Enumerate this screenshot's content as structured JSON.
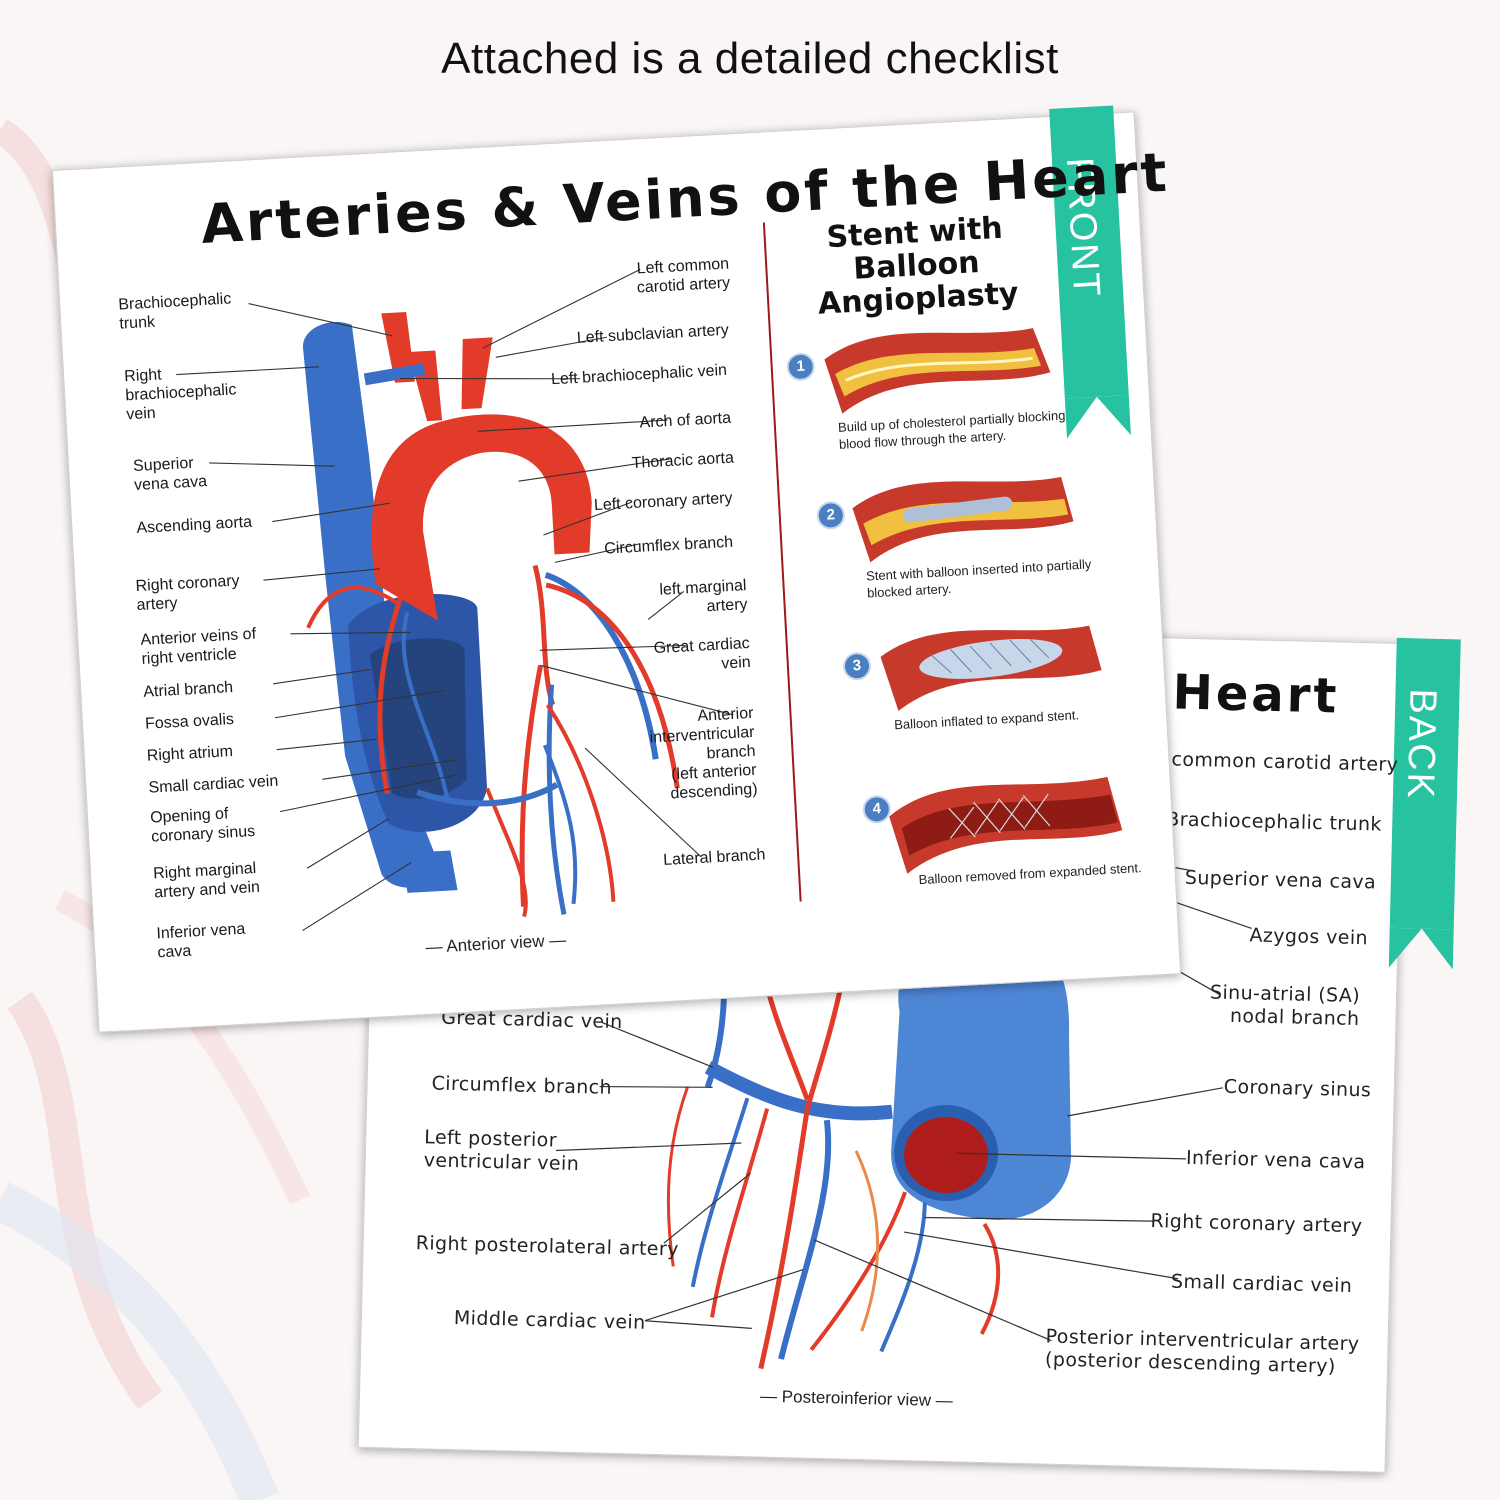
{
  "headline": "Attached is a detailed checklist",
  "back_card": {
    "ribbon": "BACK",
    "title_fragment": "e Heart",
    "view_caption": "— Posteroinferior view —",
    "labels": {
      "left_common_carotid": "Left common carotid artery",
      "brachiocephalic_trunk": "Brachiocephalic trunk",
      "superior_vena_cava": "Superior vena cava",
      "azygos_vein": "Azygos vein",
      "sa_nodal": "Sinu-atrial (SA)\nnodal branch",
      "coronary_sinus": "Coronary sinus",
      "inferior_vena_cava": "Inferior vena cava",
      "right_coronary": "Right coronary artery",
      "small_cardiac": "Small cardiac vein",
      "posterior_interventricular": "Posterior interventricular artery\n(posterior descending artery)",
      "great_cardiac": "Great cardiac vein",
      "circumflex": "Circumflex branch",
      "left_posterior_ventricular": "Left posterior\nventricular vein",
      "right_posterolateral": "Right posterolateral artery",
      "middle_cardiac": "Middle cardiac vein"
    }
  },
  "front_card": {
    "ribbon": "FRONT",
    "title": "Arteries & Veins of the Heart",
    "view_caption": "— Anterior view —",
    "labels": {
      "brachiocephalic_trunk": "Brachiocephalic\ntrunk",
      "right_brachiocephalic_vein": "Right\nbrachiocephalic\nvein",
      "superior_vena_cava": "Superior\nvena cava",
      "ascending_aorta": "Ascending aorta",
      "right_coronary": "Right coronary\nartery",
      "anterior_veins": "Anterior veins of\nright ventricle",
      "atrial_branch": "Atrial branch",
      "fossa_ovalis": "Fossa ovalis",
      "right_atrium": "Right atrium",
      "small_cardiac": "Small cardiac vein",
      "opening_coronary_sinus": "Opening of\ncoronary sinus",
      "right_marginal": "Right marginal\nartery and vein",
      "inferior_vena_cava": "Inferior vena\ncava",
      "left_common_carotid": "Left common\ncarotid artery",
      "left_subclavian": "Left subclavian artery",
      "left_brachiocephalic_vein": "Left brachiocephalic vein",
      "arch_of_aorta": "Arch of aorta",
      "thoracic_aorta": "Thoracic aorta",
      "left_coronary": "Left coronary artery",
      "circumflex": "Circumflex branch",
      "left_marginal": "left marginal\nartery",
      "great_cardiac": "Great  cardiac\nvein",
      "anterior_interventricular": "Anterior\ninterventricular\nbranch\n(left anterior\ndescending)",
      "lateral_branch": "Lateral branch"
    },
    "stent": {
      "title": "Stent with Balloon\nAngioplasty",
      "steps": [
        {
          "num": "1",
          "caption": "Build up of cholesterol partially blocking\nblood flow through the artery."
        },
        {
          "num": "2",
          "caption": "Stent with balloon inserted into partially\nblocked artery."
        },
        {
          "num": "3",
          "caption": "Balloon inflated to expand stent."
        },
        {
          "num": "4",
          "caption": "Balloon removed from expanded stent."
        }
      ]
    }
  },
  "colors": {
    "ribbon": "#27c2a0",
    "artery": "#e23b2a",
    "vein": "#3a6fc8",
    "divider": "#9b1b1b",
    "step_badge": "#4a7fc1"
  }
}
